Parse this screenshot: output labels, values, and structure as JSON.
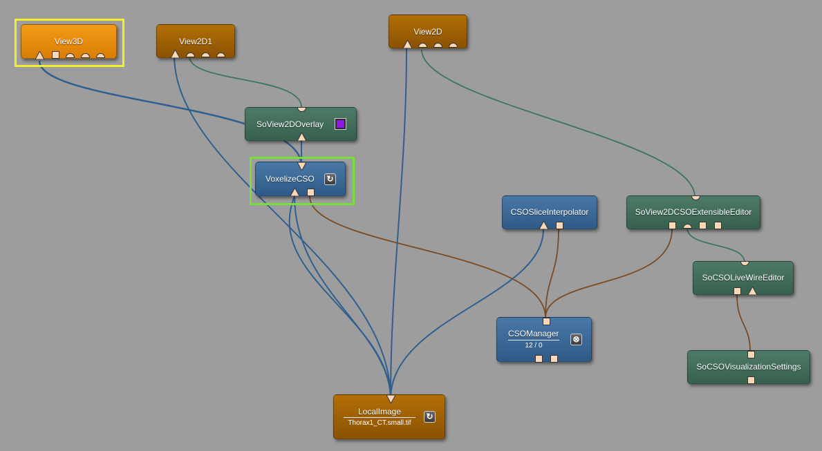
{
  "colors": {
    "selected_highlight": "#f4ef2c",
    "active_highlight": "#79dd3a",
    "connection_image": "#2f5f8f",
    "connection_scene": "#3a7468",
    "connection_base": "#7a4a22",
    "overlay_swatch": "#8e17e8"
  },
  "nodes": {
    "view3d": {
      "title": "View3D"
    },
    "view2d1": {
      "title": "View2D1"
    },
    "view2d": {
      "title": "View2D"
    },
    "soview2doverlay": {
      "title": "SoView2DOverlay"
    },
    "voxelizecso": {
      "title": "VoxelizeCSO",
      "button_icon": "refresh-icon"
    },
    "csosliceinterpolator": {
      "title": "CSOSliceInterpolator"
    },
    "soview2dcsoextensibleeditor": {
      "title": "SoView2DCSOExtensibleEditor"
    },
    "socsolivewireeditor": {
      "title": "SoCSOLiveWireEditor"
    },
    "csomanager": {
      "title": "CSOManager",
      "subtitle": "12 / 0",
      "button_icon": "clear-icon"
    },
    "socsovisualizationsettings": {
      "title": "SoCSOVisualizationSettings"
    },
    "localimage": {
      "title": "LocalImage",
      "subtitle": "Thorax1_CT.small.tif",
      "button_icon": "refresh-icon"
    }
  }
}
